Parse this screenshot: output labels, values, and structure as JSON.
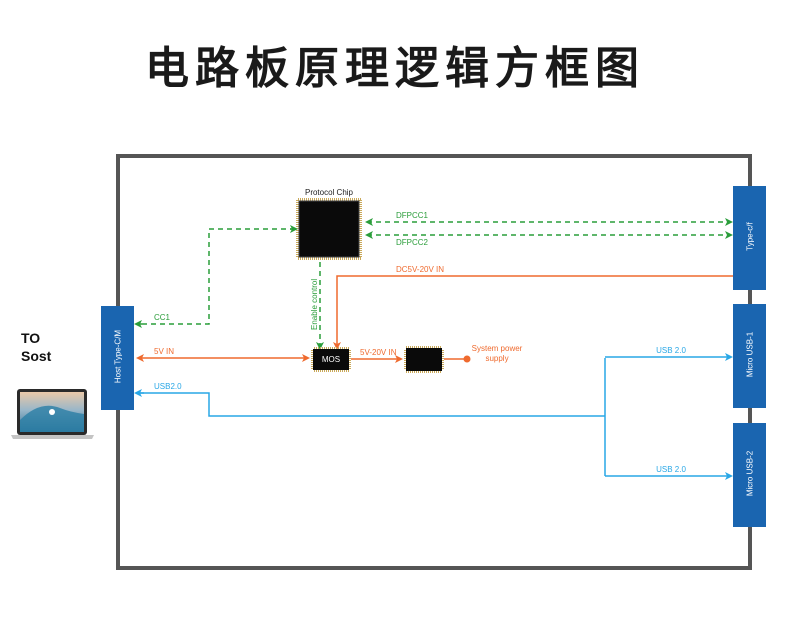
{
  "title": "电路板原理逻辑方框图",
  "host": {
    "label_line1": "TO",
    "label_line2": "Sost",
    "device_icon": "laptop-icon"
  },
  "ports": {
    "host_port": "Host Type-C/M",
    "type_cf": "Type-c/f",
    "micro_usb_1": "Micro USB-1",
    "micro_usb_2": "Micro USB-2"
  },
  "chips": {
    "protocol_chip": "Protocol Chip",
    "mos": "MOS",
    "power_chip": ""
  },
  "signals": {
    "dfpcc1": "DFPCC1",
    "dfpcc2": "DFPCC2",
    "dc_in": "DC5V-20V IN",
    "cc1": "CC1",
    "enable_control": "Enable control",
    "five_v_in": "5V IN",
    "mos_out": "5V-20V IN",
    "system_power": "System power supply",
    "system_power_line1": "System power",
    "system_power_line2": "supply",
    "usb_host": "USB2.0",
    "usb_micro1": "USB 2.0",
    "usb_micro2": "USB 2.0"
  },
  "colors": {
    "board_border": "#555555",
    "port_blue": "#1a65b0",
    "signal_green": "#2a9d3a",
    "power_orange": "#ef6a2e",
    "usb_blue": "#29a7e6",
    "chip_black": "#0a0a0a"
  }
}
